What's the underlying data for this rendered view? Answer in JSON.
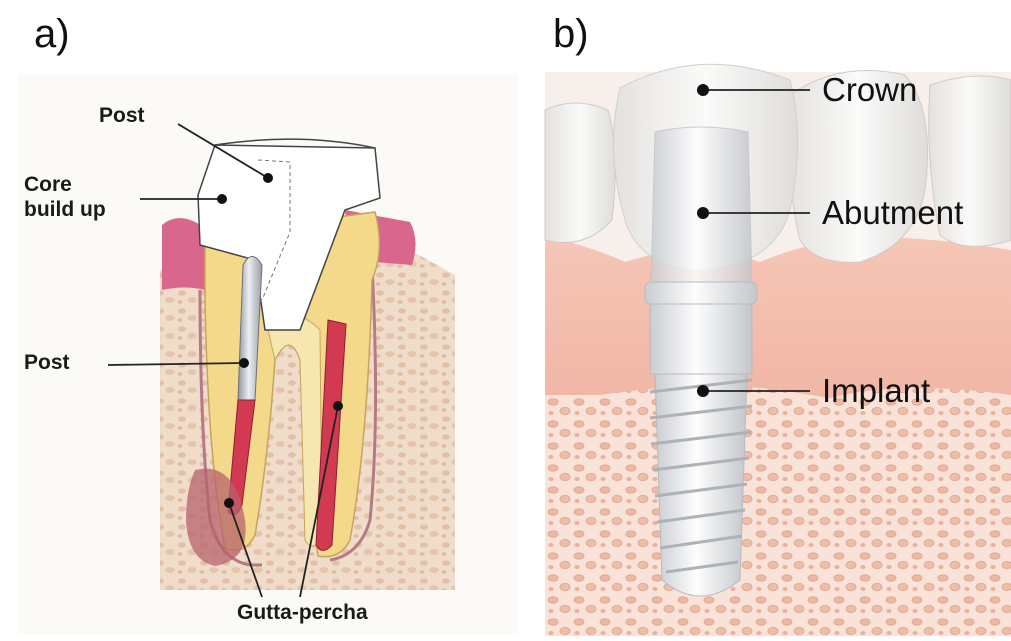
{
  "panels": {
    "a": {
      "label": "a)",
      "callouts": {
        "post_top": "Post",
        "core": "Core\nbuild up",
        "post_mid": "Post",
        "gutta": "Gutta-percha"
      }
    },
    "b": {
      "label": "b)",
      "callouts": {
        "crown": "Crown",
        "abutment": "Abutment",
        "implant": "Implant"
      }
    }
  },
  "colors": {
    "dentin": "#f4d98a",
    "enamel_core": "#fbfbfb",
    "gum_pink": "#d9668c",
    "bone": "#ead8c8",
    "gutta_percha": "#d23a52",
    "post_metal": "#b9bcc4",
    "gingiva_b": "#f3b3a3",
    "implant_white": "#eef0f2"
  }
}
